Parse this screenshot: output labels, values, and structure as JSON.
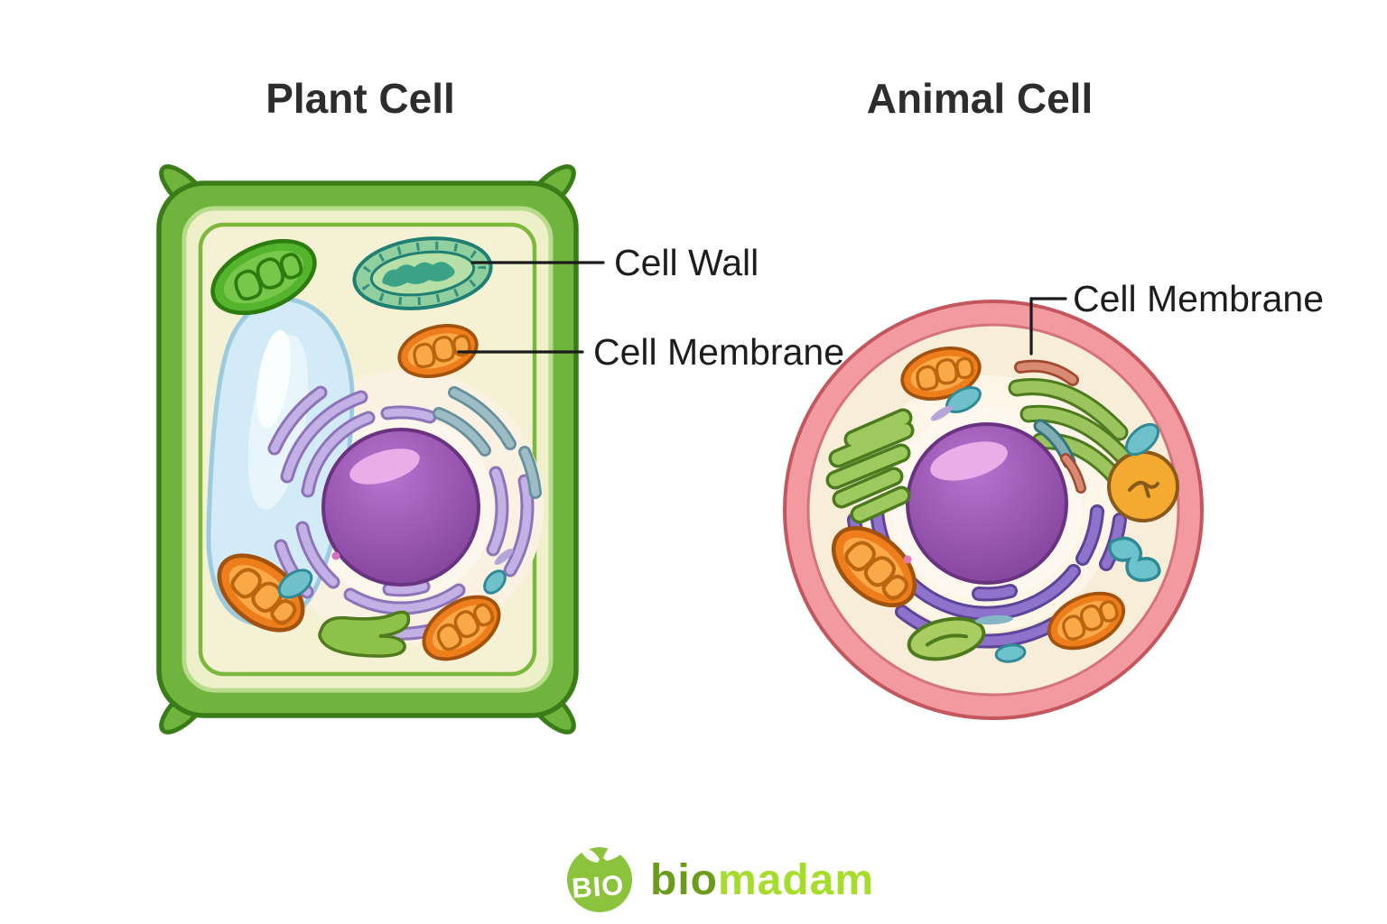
{
  "titles": {
    "plant": "Plant Cell",
    "animal": "Animal Cell"
  },
  "labels": {
    "cell_wall": "Cell Wall",
    "plant_cell_membrane": "Cell Membrane",
    "animal_cell_membrane": "Cell Membrane"
  },
  "logo": {
    "badge": "BIO",
    "brand_bio": "bio",
    "brand_madam": "madam"
  },
  "colors": {
    "wall_green": "#6fb43c",
    "wall_outline": "#3a7d18",
    "cytoplasm_plant": "#f4f1d4",
    "cytoplasm_animal": "#f8edd9",
    "membrane_pink": "#f29aa0",
    "membrane_pink_outline": "#c4565e",
    "nucleus_purple": "#9a58b2",
    "er_lavender": "#c3b0e4",
    "mitochondrion_orange": "#ee7d1c",
    "chloroplast_green": "#54b42e",
    "chloroplast_teal": "#90cfa0",
    "vacuole_blue": "#d3ebf7",
    "golgi_green": "#9ec95e",
    "label_text": "#1d1d1d",
    "logo_circle_green": "#8cc33c",
    "brand_bio_green": "#6d9c1d",
    "brand_madam_lime": "#a6dd2b"
  }
}
